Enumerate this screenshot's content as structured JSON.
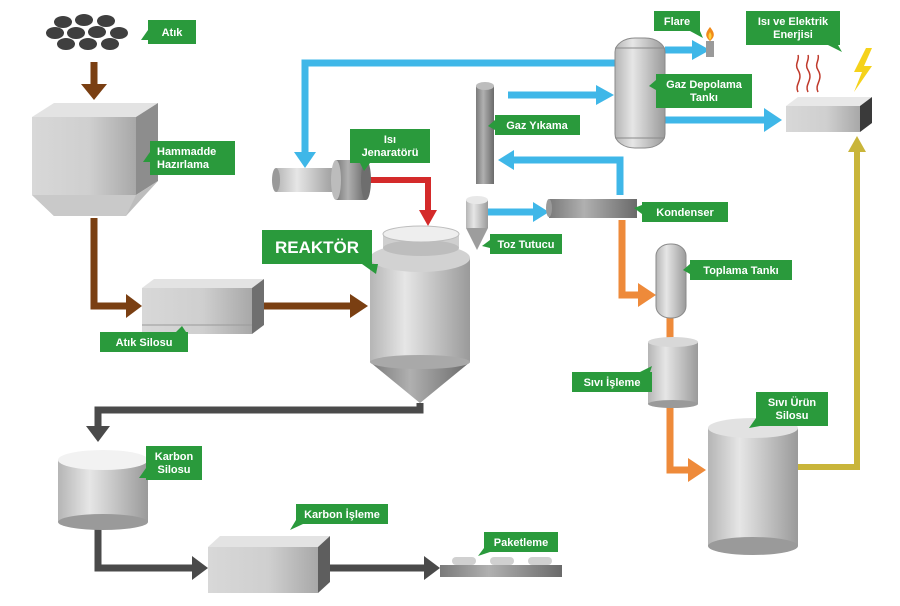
{
  "labels": {
    "atik": "Atık",
    "hammadde_1": "Hammadde",
    "hammadde_2": "Hazırlama",
    "isi_jen_1": "Isı",
    "isi_jen_2": "Jenaratörü",
    "reaktor": "REAKTÖR",
    "atik_silosu": "Atık Silosu",
    "toz_tutucu": "Toz Tutucu",
    "gaz_yikama": "Gaz Yıkama",
    "flare": "Flare",
    "gaz_depolama_1": "Gaz Depolama",
    "gaz_depolama_2": "Tankı",
    "isi_elektrik_1": "Isı ve Elektrik",
    "isi_elektrik_2": "Enerjisi",
    "kondenser": "Kondenser",
    "toplama_tanki": "Toplama Tankı",
    "sivi_isleme": "Sıvı İşleme",
    "sivi_urun_1": "Sıvı Ürün",
    "sivi_urun_2": "Silosu",
    "karbon_silosu_1": "Karbon",
    "karbon_silosu_2": "Silosu",
    "karbon_isleme": "Karbon İşleme",
    "paketleme": "Paketleme"
  },
  "colors": {
    "label_bg": "#2a9a3c",
    "gas_flow": "#3fb7e8",
    "heat_flow": "#d42a2a",
    "solid_flow": "#7a3f12",
    "carbon_flow": "#4a4a4a",
    "liquid_flow": "#ee8a3a",
    "energy_flow": "#c9b53a"
  }
}
